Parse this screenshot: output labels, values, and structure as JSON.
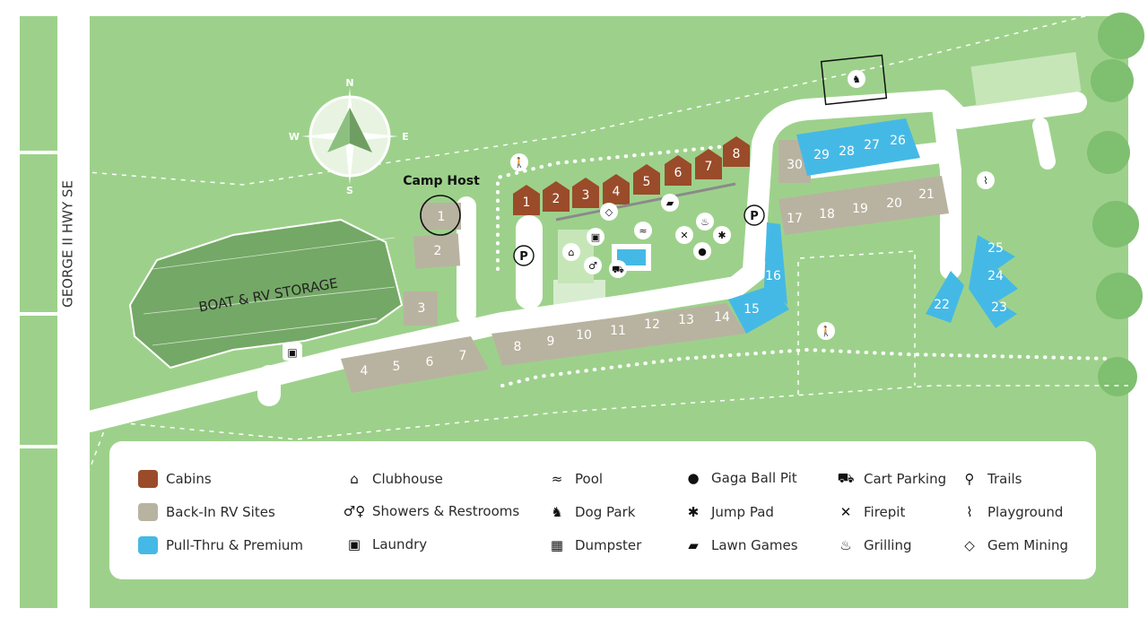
{
  "road_label": "GEORGE II HWY SE",
  "storage_label": "BOAT & RV STORAGE",
  "camp_host_label": "Camp Host",
  "compass": {
    "n": "N",
    "s": "S",
    "e": "E",
    "w": "W"
  },
  "colors": {
    "grass": "#9dd18b",
    "road": "#ffffff",
    "cabin": "#9a4b2a",
    "back_in": "#b8b3a0",
    "pull_thru": "#45b9e6",
    "storage": "#74a866"
  },
  "sites": {
    "cabins": [
      "1",
      "2",
      "3",
      "4",
      "5",
      "6",
      "7",
      "8"
    ],
    "host": [
      "1",
      "2",
      "3"
    ],
    "back_in_lower": [
      "4",
      "5",
      "6",
      "7"
    ],
    "back_in_mid": [
      "8",
      "9",
      "10",
      "11",
      "12",
      "13",
      "14"
    ],
    "back_in_upper": [
      "17",
      "18",
      "19",
      "20",
      "21"
    ],
    "back_in_30": "30",
    "pull_thru_top": [
      "29",
      "28",
      "27",
      "26"
    ],
    "pull_thru_mid": [
      "15",
      "16"
    ],
    "pull_thru_right": [
      "22",
      "23",
      "24",
      "25"
    ]
  },
  "parking_symbol": "P",
  "legend": {
    "cabins": "Cabins",
    "back_in": "Back-In RV Sites",
    "pull_thru": "Pull-Thru & Premium",
    "clubhouse": "Clubhouse",
    "showers": "Showers & Restrooms",
    "laundry": "Laundry",
    "pool": "Pool",
    "dog_park": "Dog Park",
    "dumpster": "Dumpster",
    "gaga": "Gaga Ball Pit",
    "jump_pad": "Jump Pad",
    "lawn_games": "Lawn Games",
    "cart_parking": "Cart Parking",
    "firepit": "Firepit",
    "grilling": "Grilling",
    "trails": "Trails",
    "playground": "Playground",
    "gem_mining": "Gem Mining"
  },
  "icons": {
    "clubhouse": "house-icon",
    "showers": "restroom-icon",
    "laundry": "washer-icon",
    "pool": "swimmer-icon",
    "dog_park": "dog-icon",
    "dumpster": "dumpster-icon",
    "gaga": "ball-icon",
    "jump_pad": "trampoline-icon",
    "lawn_games": "lawn-game-icon",
    "cart_parking": "golf-cart-icon",
    "firepit": "firepit-icon",
    "grilling": "grill-icon",
    "trails": "hiker-icon",
    "playground": "swing-icon",
    "gem_mining": "gem-icon"
  }
}
